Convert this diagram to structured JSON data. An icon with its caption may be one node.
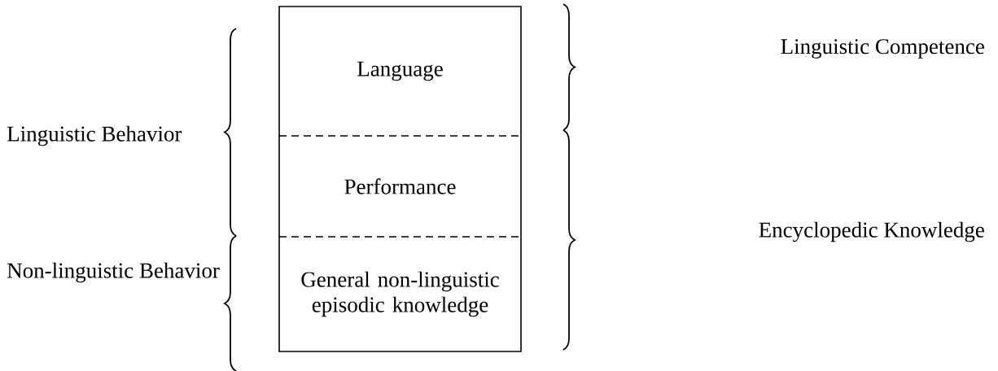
{
  "diagram": {
    "nodes": [
      {
        "text": [],
        "shape": "box"
      },
      {
        "text": [
          "Language"
        ],
        "in": 0
      },
      {
        "text": [
          "Performance"
        ],
        "in": 0
      },
      {
        "text": [
          "General non-linguistic episodic knowledge"
        ],
        "in": 0
      }
    ],
    "labels": [
      "Linguistic Behavior",
      "Non-linguistic Behavior",
      "Linguistic Competence",
      "Encyclopedic Knowledge"
    ]
  }
}
